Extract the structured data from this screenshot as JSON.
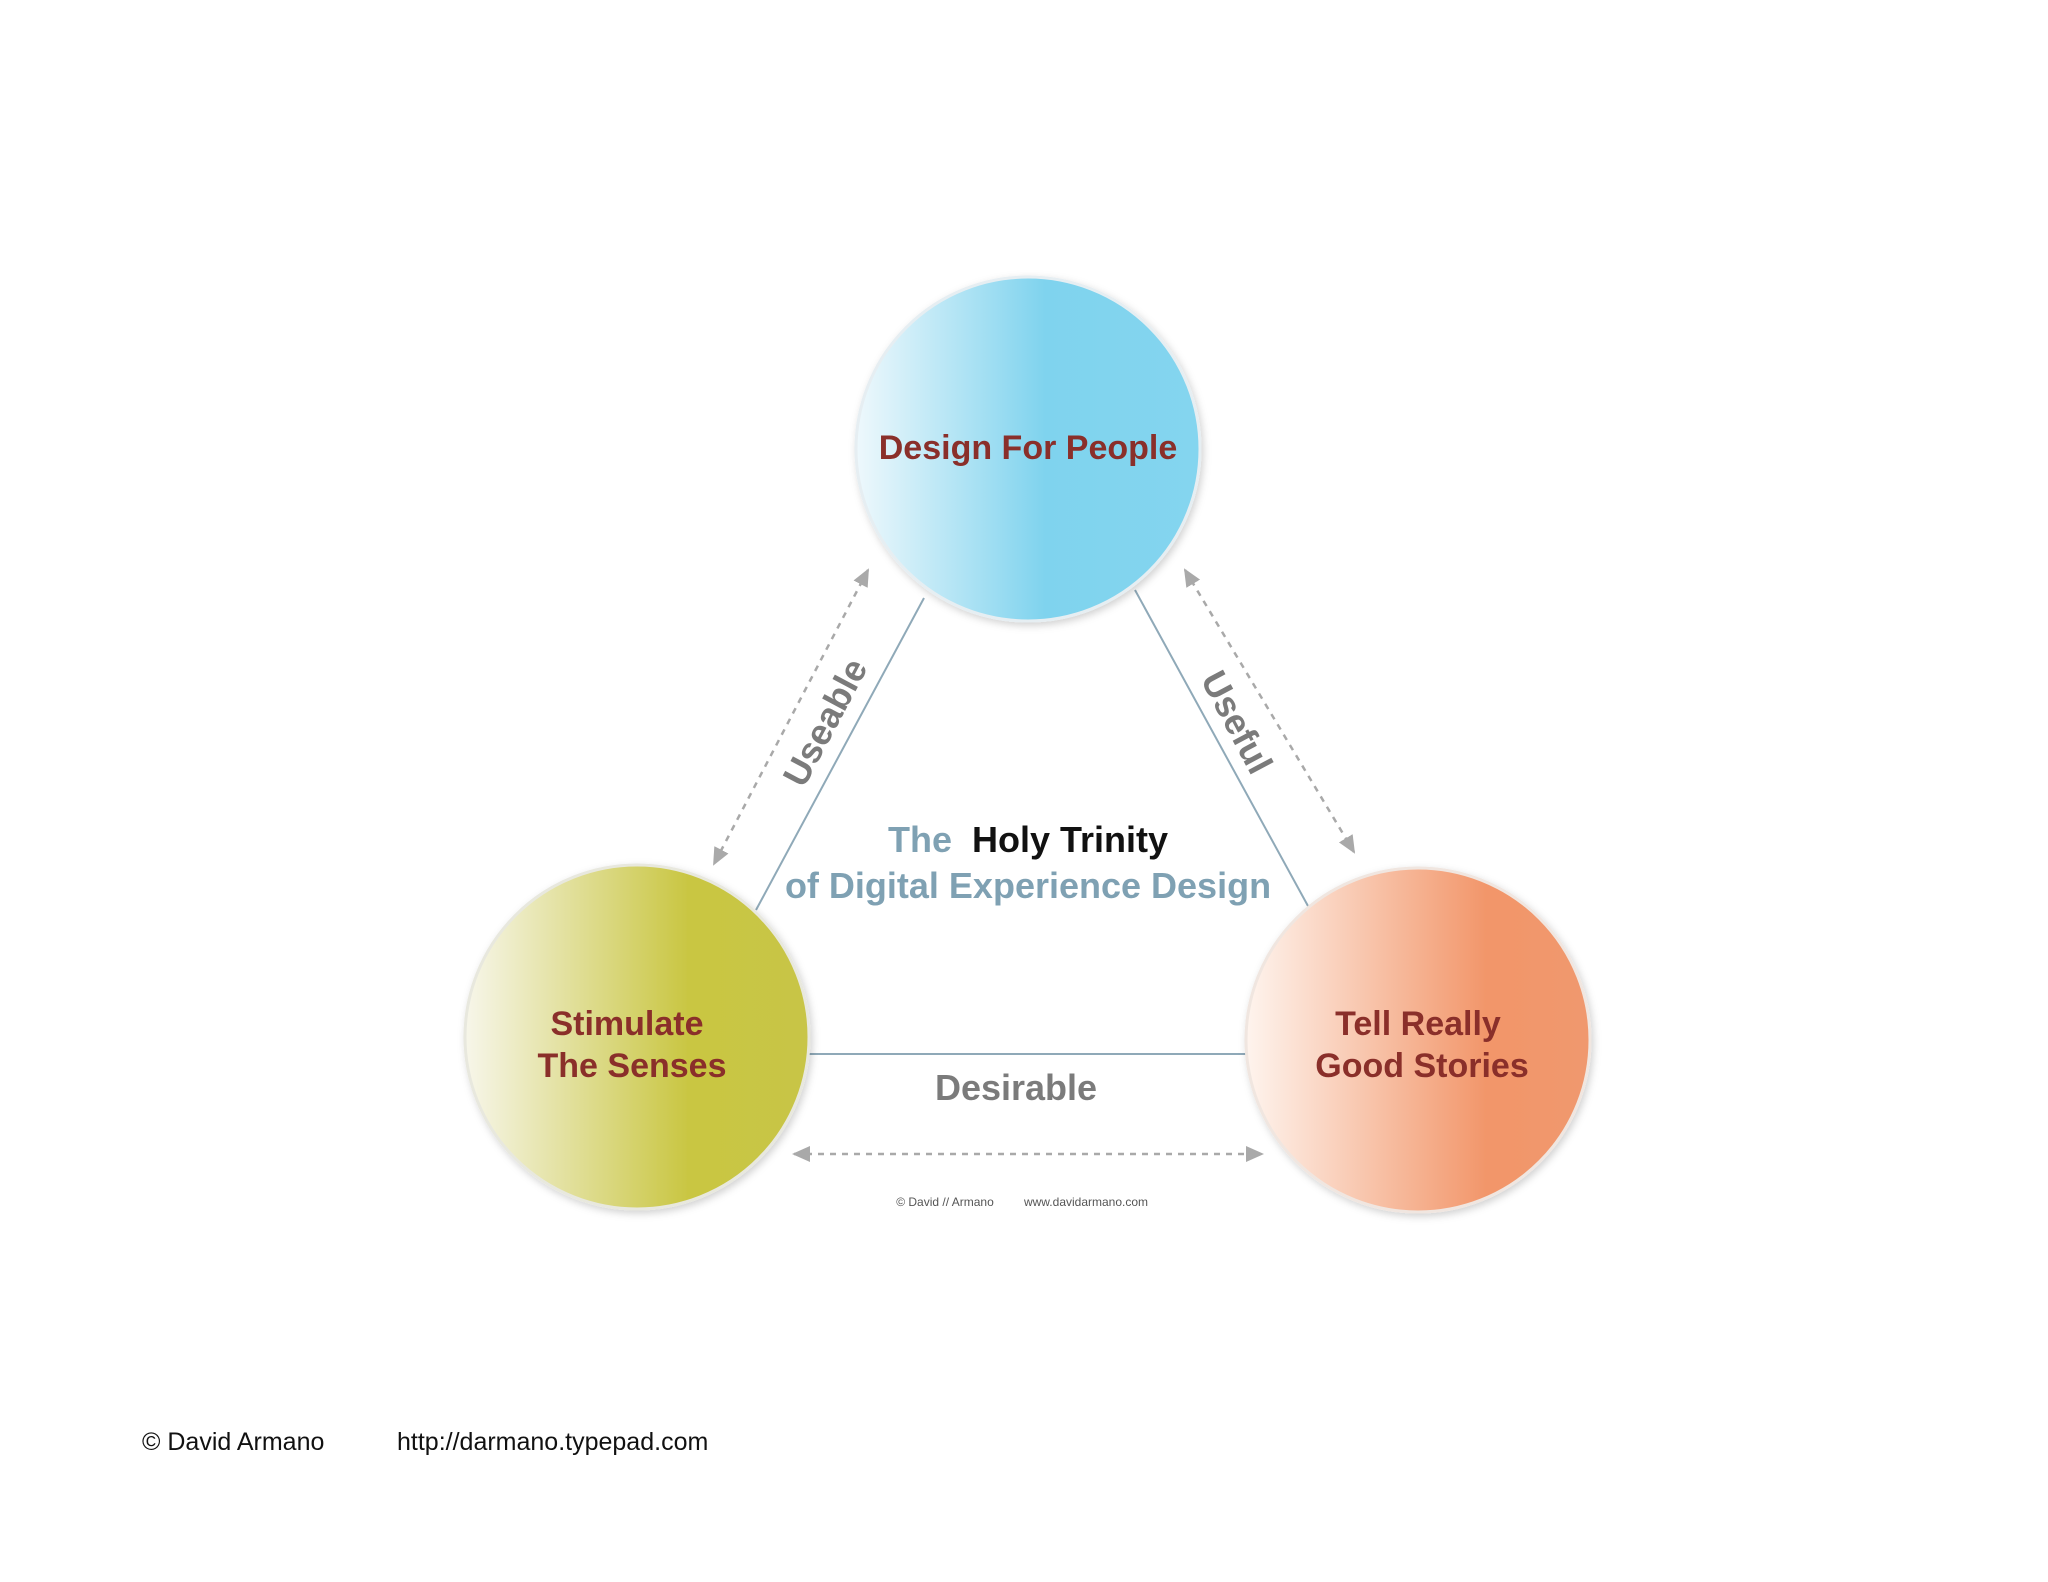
{
  "diagram": {
    "title": {
      "part1": "The",
      "part2": "Holy Trinity",
      "line2": "of Digital Experience Design"
    },
    "nodes": [
      {
        "id": "people",
        "lines": [
          "Design For People"
        ],
        "color_light": "#eaf6fb",
        "color_dark": "#7fd3ee"
      },
      {
        "id": "senses",
        "lines": [
          "Stimulate",
          "The Senses"
        ],
        "color_light": "#f6f5e4",
        "color_dark": "#c9c642"
      },
      {
        "id": "stories",
        "lines": [
          "Tell Really",
          "Good Stories"
        ],
        "color_light": "#fdf0e8",
        "color_dark": "#f2966a"
      }
    ],
    "edges": {
      "left": "Useable",
      "right": "Useful",
      "bottom": "Desirable"
    },
    "credit": {
      "author": "© David // Armano",
      "site": "www.davidarmano.com"
    },
    "colors": {
      "node_text": "#8a2f2a",
      "edge_text": "#7b7b7b",
      "title_accent": "#7fa1b3",
      "title_dark": "#111111",
      "connector": "#8fa9b8",
      "arrow": "#a9a9a9"
    }
  },
  "footer": {
    "copyright": "© David Armano",
    "url": "http://darmano.typepad.com"
  }
}
